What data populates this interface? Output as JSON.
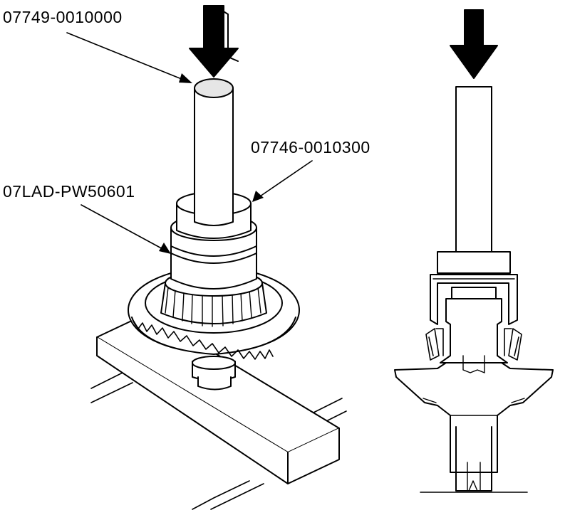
{
  "callouts": [
    {
      "id": "press-tool",
      "part_number": "07749-0010000"
    },
    {
      "id": "attachment",
      "part_number": "07746-0010300"
    },
    {
      "id": "bearing-tool",
      "part_number": "07LAD-PW50601"
    }
  ],
  "colors": {
    "ink": "#000000",
    "paper": "#ffffff",
    "shade": "#e6e6e6"
  },
  "icons": [
    "press-arrow-icon",
    "press-arrow-icon"
  ]
}
